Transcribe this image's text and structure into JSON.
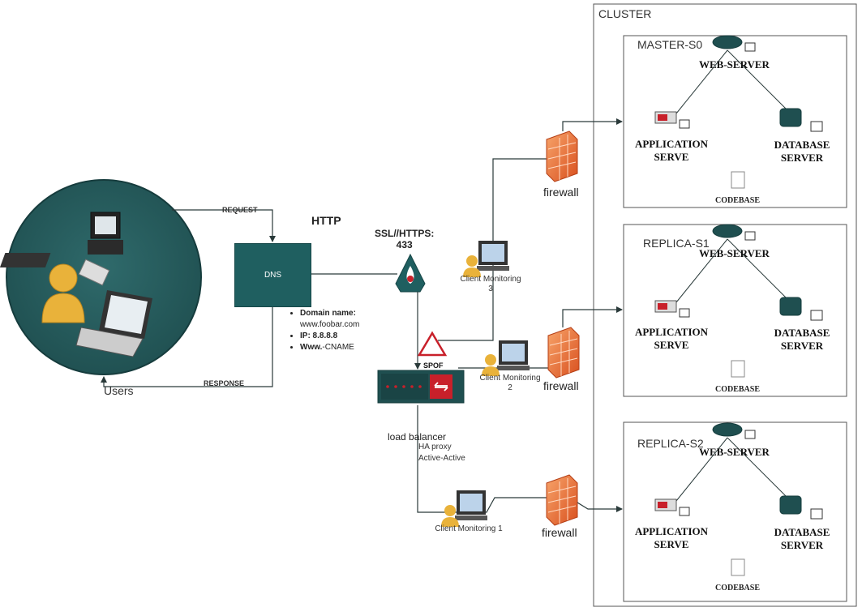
{
  "cluster": {
    "title": "CLUSTER"
  },
  "nodes": [
    {
      "title": "MASTER-S0",
      "web": "WEB-SERVER",
      "app_line1": "APPLICATION",
      "app_line2": "SERVE",
      "db_line1": "DATABASE",
      "db_line2": "SERVER",
      "codebase": "CODEBASE"
    },
    {
      "title": "REPLICA-S1",
      "web": "WEB-SERVER",
      "app_line1": "APPLICATION",
      "app_line2": "SERVE",
      "db_line1": "DATABASE",
      "db_line2": "SERVER",
      "codebase": "CODEBASE"
    },
    {
      "title": "REPLICA-S2",
      "web": "WEB-SERVER",
      "app_line1": "APPLICATION",
      "app_line2": "SERVE",
      "db_line1": "DATABASE",
      "db_line2": "SERVER",
      "codebase": "CODEBASE"
    }
  ],
  "firewalls": [
    "firewall",
    "firewall",
    "firewall"
  ],
  "dns": {
    "label": "DNS",
    "info": [
      {
        "key": "Domain name:",
        "value": "www.foobar.com"
      },
      {
        "key": "IP: 8.8.8.8",
        "value": ""
      },
      {
        "key": "Www.",
        "value": "-CNAME"
      }
    ]
  },
  "protocol": {
    "http": "HTTP",
    "ssl_line1": "SSL//HTTPS:",
    "ssl_line2": "433"
  },
  "users": {
    "label": "Users",
    "request": "REQUEST",
    "response": "RESPONSE"
  },
  "spof": "SPOF",
  "load_balancer": {
    "label": "load balancer",
    "line1": "HA proxy",
    "line2": "Active-Active"
  },
  "monitors": [
    {
      "line1": "Client Monitoring",
      "line2": "3"
    },
    {
      "line1": "Client Monitoring",
      "line2": "2"
    },
    {
      "line1": "Client Monitoring 1",
      "line2": ""
    }
  ],
  "colors": {
    "dns_box": "#1f5f60",
    "lb_accent": "#c8202a",
    "firewall": "#e8733a",
    "line": "#2a3a3a",
    "node_border": "#555555"
  }
}
